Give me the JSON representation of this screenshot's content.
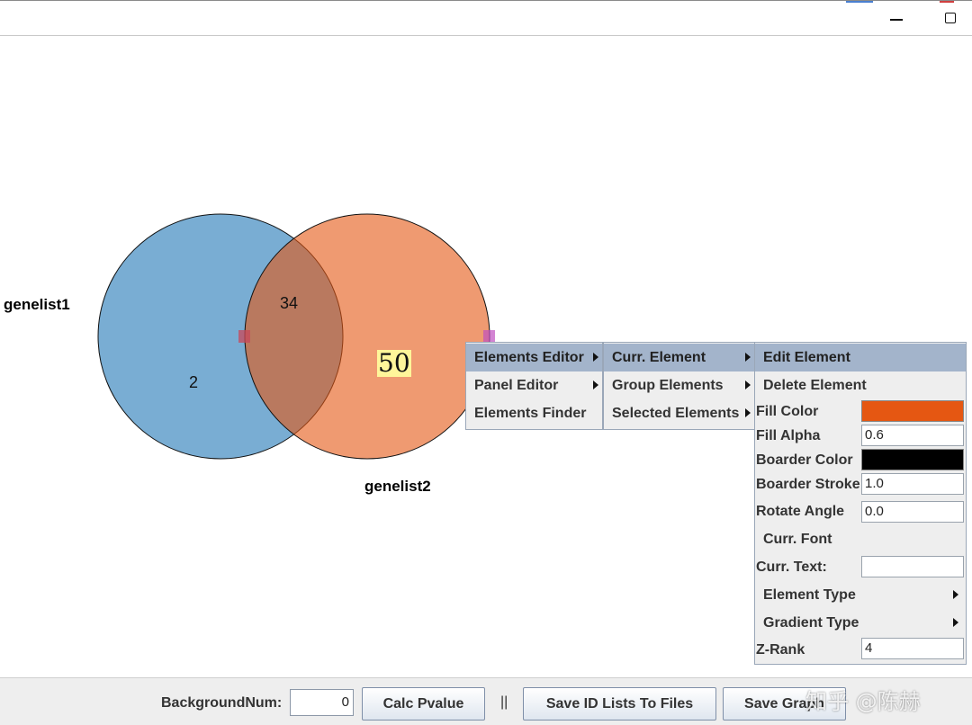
{
  "window": {
    "controls": [
      "minimize-icon",
      "maximize-icon"
    ]
  },
  "venn": {
    "sets": [
      {
        "name": "genelist1",
        "color": "#5b9bc9"
      },
      {
        "name": "genelist2",
        "color": "#ee7d45"
      }
    ],
    "counts": {
      "only_genelist1": "2",
      "intersection": "34",
      "only_genelist2": "50"
    }
  },
  "menus": {
    "main": [
      {
        "label": "Elements Editor",
        "submenu": true,
        "active": true
      },
      {
        "label": "Panel Editor",
        "submenu": true
      },
      {
        "label": "Elements Finder",
        "submenu": false
      }
    ],
    "elements_editor": [
      {
        "label": "Curr. Element",
        "submenu": true,
        "active": true
      },
      {
        "label": "Group Elements",
        "submenu": true
      },
      {
        "label": "Selected Elements",
        "submenu": true
      }
    ],
    "curr_element": {
      "edit_element": "Edit Element",
      "delete_element": "Delete Element",
      "fill_color_label": "Fill Color",
      "fill_color": "#e55712",
      "fill_alpha_label": "Fill Alpha",
      "fill_alpha": "0.6",
      "border_color_label": "Boarder Color",
      "border_color": "#000000",
      "border_stroke_label": "Boarder Stroke",
      "border_stroke": "1.0",
      "rotate_angle_label": "Rotate Angle",
      "rotate_angle": "0.0",
      "curr_font": "Curr. Font",
      "curr_text_label": "Curr. Text:",
      "curr_text": "",
      "element_type": "Element Type",
      "gradient_type": "Gradient Type",
      "z_rank_label": "Z-Rank",
      "z_rank": "4"
    }
  },
  "bottom": {
    "background_label": "BackgroundNum:",
    "background_value": "0",
    "calc_pvalue": "Calc Pvalue",
    "separator": "||",
    "save_id_lists": "Save ID Lists To Files",
    "save_graph": "Save Graph"
  },
  "watermark": "知乎 @陈赫"
}
